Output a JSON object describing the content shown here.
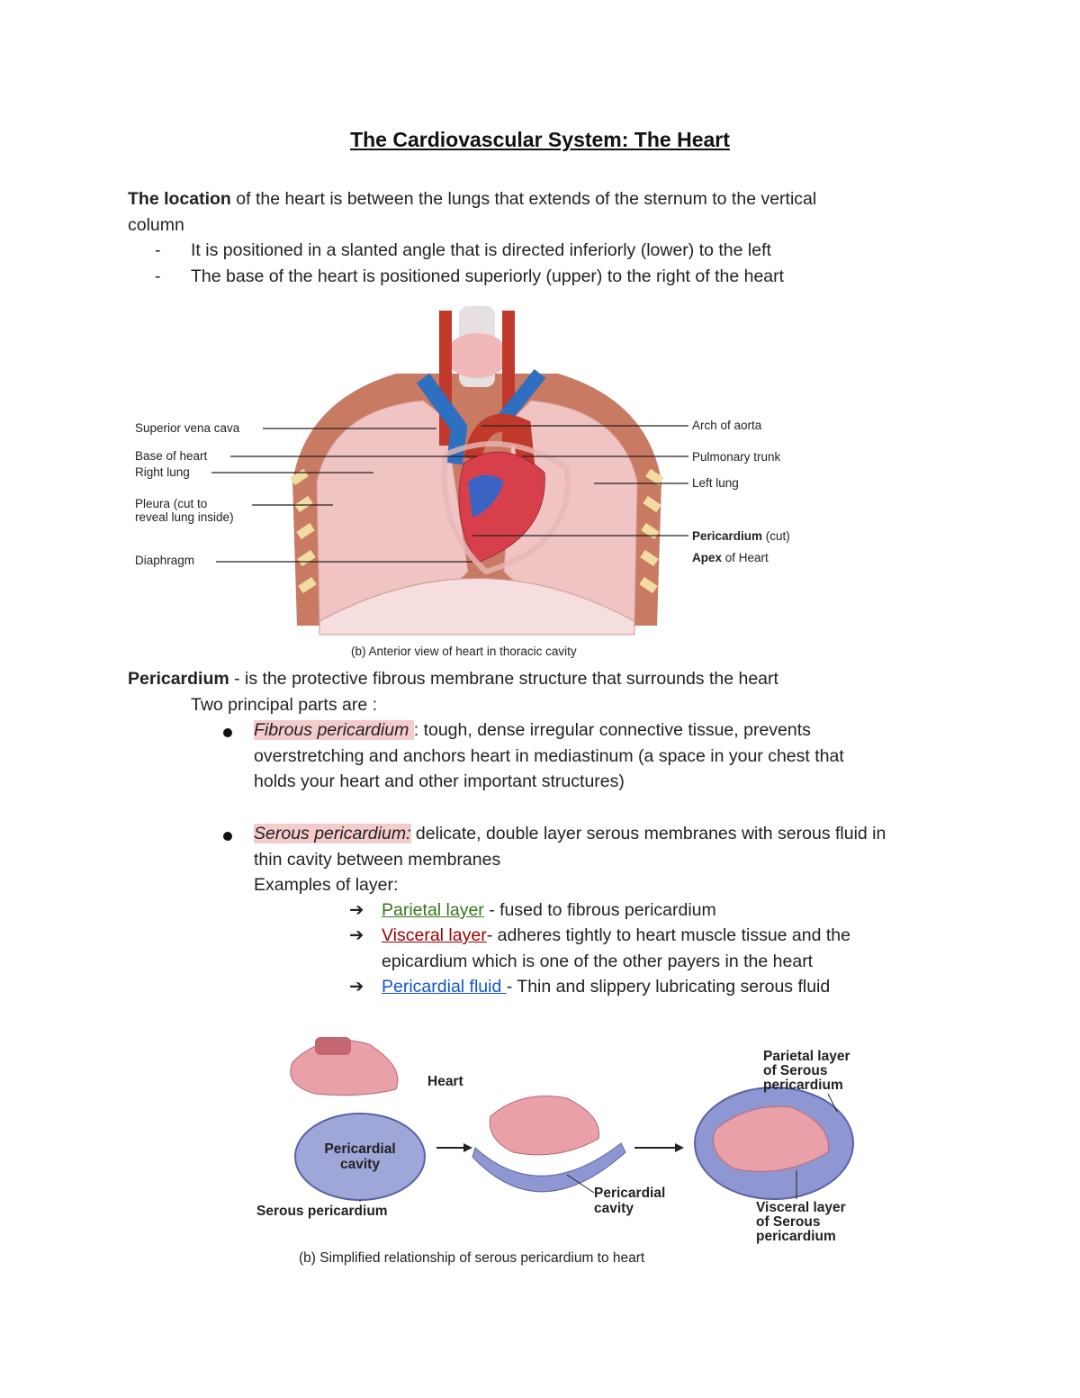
{
  "title": "The Cardiovascular System: The Heart",
  "location": {
    "bold": "The location",
    "rest_line1": " of the heart is between the lungs that extends of the sternum to the vertical",
    "line2": "column",
    "dash": "-",
    "bullets": [
      "It is positioned in a slanted angle that is directed inferiorly (lower) to the left",
      "The base of the heart is positioned superiorly (upper) to the right of the heart"
    ]
  },
  "figure1": {
    "labels_left": [
      "Superior vena cava",
      "Base of heart",
      "Right lung",
      "Pleura (cut to",
      "reveal lung inside)",
      "Diaphragm"
    ],
    "labels_right": [
      "Arch of aorta",
      "Pulmonary trunk",
      "Left lung",
      "Pericardium",
      " (cut)",
      "Apex",
      " of Heart"
    ],
    "caption": "(b) Anterior view of heart in thoracic cavity"
  },
  "pericardium": {
    "bold": "Pericardium",
    "rest": " - is the protective fibrous membrane structure that surrounds the heart",
    "intro": "Two principal parts are :",
    "fibrous_term": "Fibrous pericardium ",
    "fibrous_rest_1": ": tough, dense irregular connective tissue, prevents",
    "fibrous_line2": "overstretching and anchors heart in mediastinum (a space in your chest that",
    "fibrous_line3": "holds your heart and other important structures)",
    "serous_term": "Serous pericardium:",
    "serous_rest_1": " delicate, double layer serous membranes with serous fluid in",
    "serous_line2": "thin cavity between membranes",
    "examples": "Examples of layer:",
    "arrow": "➔",
    "layers": {
      "parietal_term": "Parietal layer",
      "parietal_rest": " - fused to fibrous pericardium",
      "visceral_term": "Visceral layer",
      "visceral_rest": "- adheres tightly to heart muscle tissue and the epicardium which is one of the other payers in the heart",
      "fluid_term": "Pericardial fluid ",
      "fluid_rest": "- Thin and slippery lubricating serous fluid"
    }
  },
  "figure2": {
    "heart_label": "Heart",
    "cavity_label_1": "Pericardial",
    "cavity_label_2": "cavity",
    "serous_label": "Serous pericardium",
    "mid_cavity_1": "Pericardial",
    "mid_cavity_2": "cavity",
    "parietal_1": "Parietal layer",
    "parietal_2": "of Serous",
    "parietal_3": "pericardium",
    "visceral_1": "Visceral layer",
    "visceral_2": "of Serous",
    "visceral_3": "pericardium",
    "caption": "(b) Simplified relationship of serous pericardium to heart"
  },
  "colors": {
    "highlight_pink": "#f4cccc",
    "parietal_green": "#38761d",
    "visceral_red": "#990000",
    "fluid_blue": "#1155cc"
  }
}
